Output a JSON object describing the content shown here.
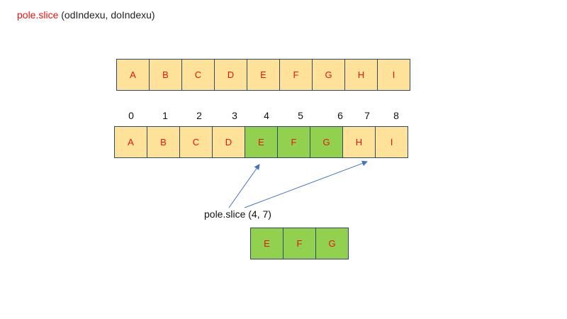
{
  "title": {
    "keyword": "pole.slice",
    "params": " (odIndexu, doIndexu)"
  },
  "original_array": [
    "A",
    "B",
    "C",
    "D",
    "E",
    "F",
    "G",
    "H",
    "I"
  ],
  "indices": [
    "0",
    "1",
    "2",
    "3",
    "4",
    "5",
    "6",
    "7",
    "8"
  ],
  "highlighted_array": [
    "A",
    "B",
    "C",
    "D",
    "E",
    "F",
    "G",
    "H",
    "I"
  ],
  "call_label": "pole.slice (4, 7)",
  "result_array": [
    "E",
    "F",
    "G"
  ],
  "colors": {
    "keyword": "#e8150d",
    "cell_yellow": "#ffe29a",
    "cell_green": "#92d050",
    "cell_border": "#2e4a6b",
    "arrow": "#4472c4"
  }
}
